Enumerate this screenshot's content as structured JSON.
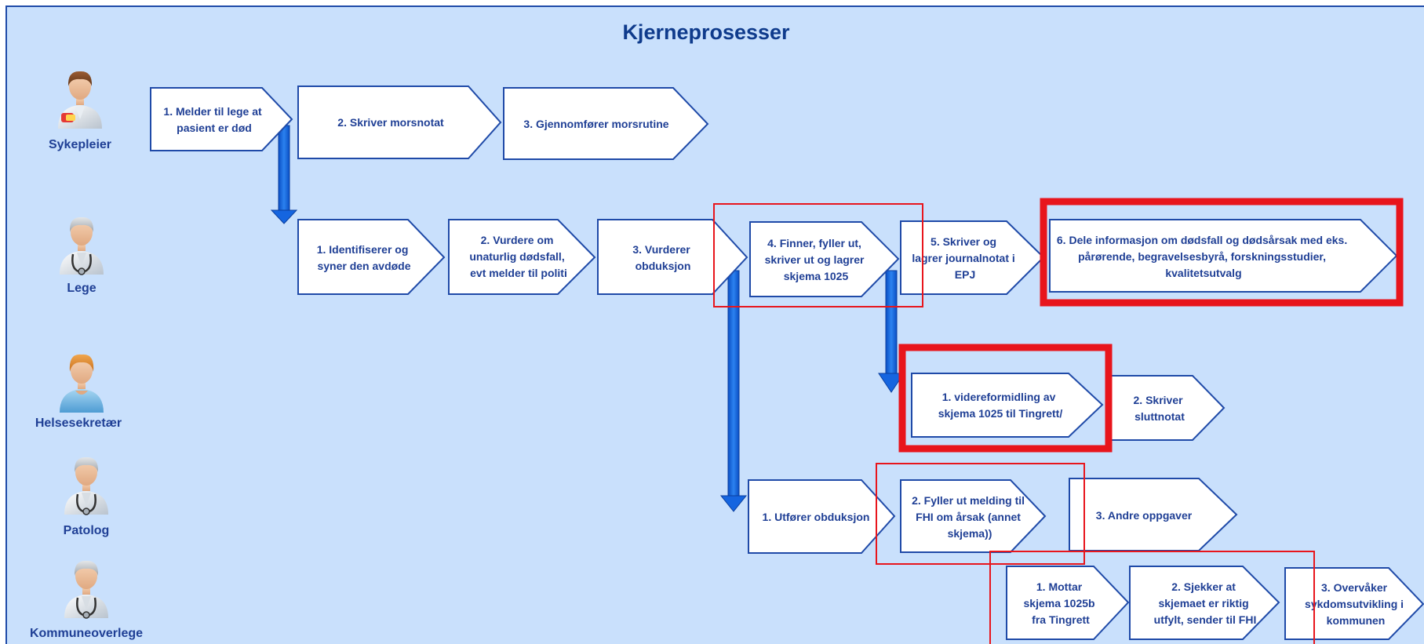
{
  "title": "Kjerneprosesser",
  "colors": {
    "background": "#C9E0FC",
    "border": "#1F4AA8",
    "text": "#1F3F95",
    "arrow_fill": "#1565E0",
    "highlight": "#E8151C"
  },
  "roles": [
    {
      "id": "sykepleier",
      "label": "Sykepleier",
      "icon": "nurse-icon"
    },
    {
      "id": "lege",
      "label": "Lege",
      "icon": "doctor-icon"
    },
    {
      "id": "helsesekretaer",
      "label": "Helsesekretær",
      "icon": "secretary-icon"
    },
    {
      "id": "patolog",
      "label": "Patolog",
      "icon": "doctor-icon"
    },
    {
      "id": "kommuneoverlege",
      "label": "Kommuneoverlege",
      "icon": "doctor-icon"
    }
  ],
  "steps": [
    {
      "id": "syk-1",
      "lines": [
        "1. Melder til lege at",
        "pasient er død"
      ]
    },
    {
      "id": "syk-2",
      "lines": [
        "2. Skriver morsnotat"
      ]
    },
    {
      "id": "syk-3",
      "lines": [
        "3. Gjennomfører morsrutine"
      ]
    },
    {
      "id": "lege-1",
      "lines": [
        "1. Identifiserer og",
        "syner den avdøde"
      ]
    },
    {
      "id": "lege-2",
      "lines": [
        "2. Vurdere om",
        "unaturlig dødsfall,",
        "evt melder til politi"
      ]
    },
    {
      "id": "lege-3",
      "lines": [
        "3. Vurderer",
        "obduksjon"
      ]
    },
    {
      "id": "lege-4",
      "lines": [
        "4. Finner, fyller ut,",
        "skriver ut og lagrer",
        "skjema 1025"
      ]
    },
    {
      "id": "lege-5",
      "lines": [
        "5. Skriver og",
        "lagrer journalnotat i",
        "EPJ"
      ]
    },
    {
      "id": "lege-6",
      "lines": [
        "6. Dele informasjon om dødsfall og dødsårsak med eks.",
        "pårørende, begravelsesbyrå, forskningsstudier,",
        "kvalitetsutvalg"
      ]
    },
    {
      "id": "hs-1",
      "lines": [
        "1. videreformidling av",
        "skjema 1025 til Tingrett/"
      ]
    },
    {
      "id": "hs-2",
      "lines": [
        "2. Skriver",
        "sluttnotat"
      ]
    },
    {
      "id": "pat-1",
      "lines": [
        "1. Utfører obduksjon"
      ]
    },
    {
      "id": "pat-2",
      "lines": [
        "2. Fyller ut melding til",
        "FHI om årsak (annet",
        "skjema))"
      ]
    },
    {
      "id": "pat-3",
      "lines": [
        "3. Andre oppgaver"
      ]
    },
    {
      "id": "ko-1",
      "lines": [
        "1. Mottar",
        "skjema 1025b",
        "fra Tingrett"
      ]
    },
    {
      "id": "ko-2",
      "lines": [
        "2. Sjekker at",
        "skjemaet er riktig",
        "utfylt, sender til FHI"
      ]
    },
    {
      "id": "ko-3",
      "lines": [
        "3. Overvåker",
        "sykdomsutvikling i",
        "kommunen"
      ]
    }
  ]
}
